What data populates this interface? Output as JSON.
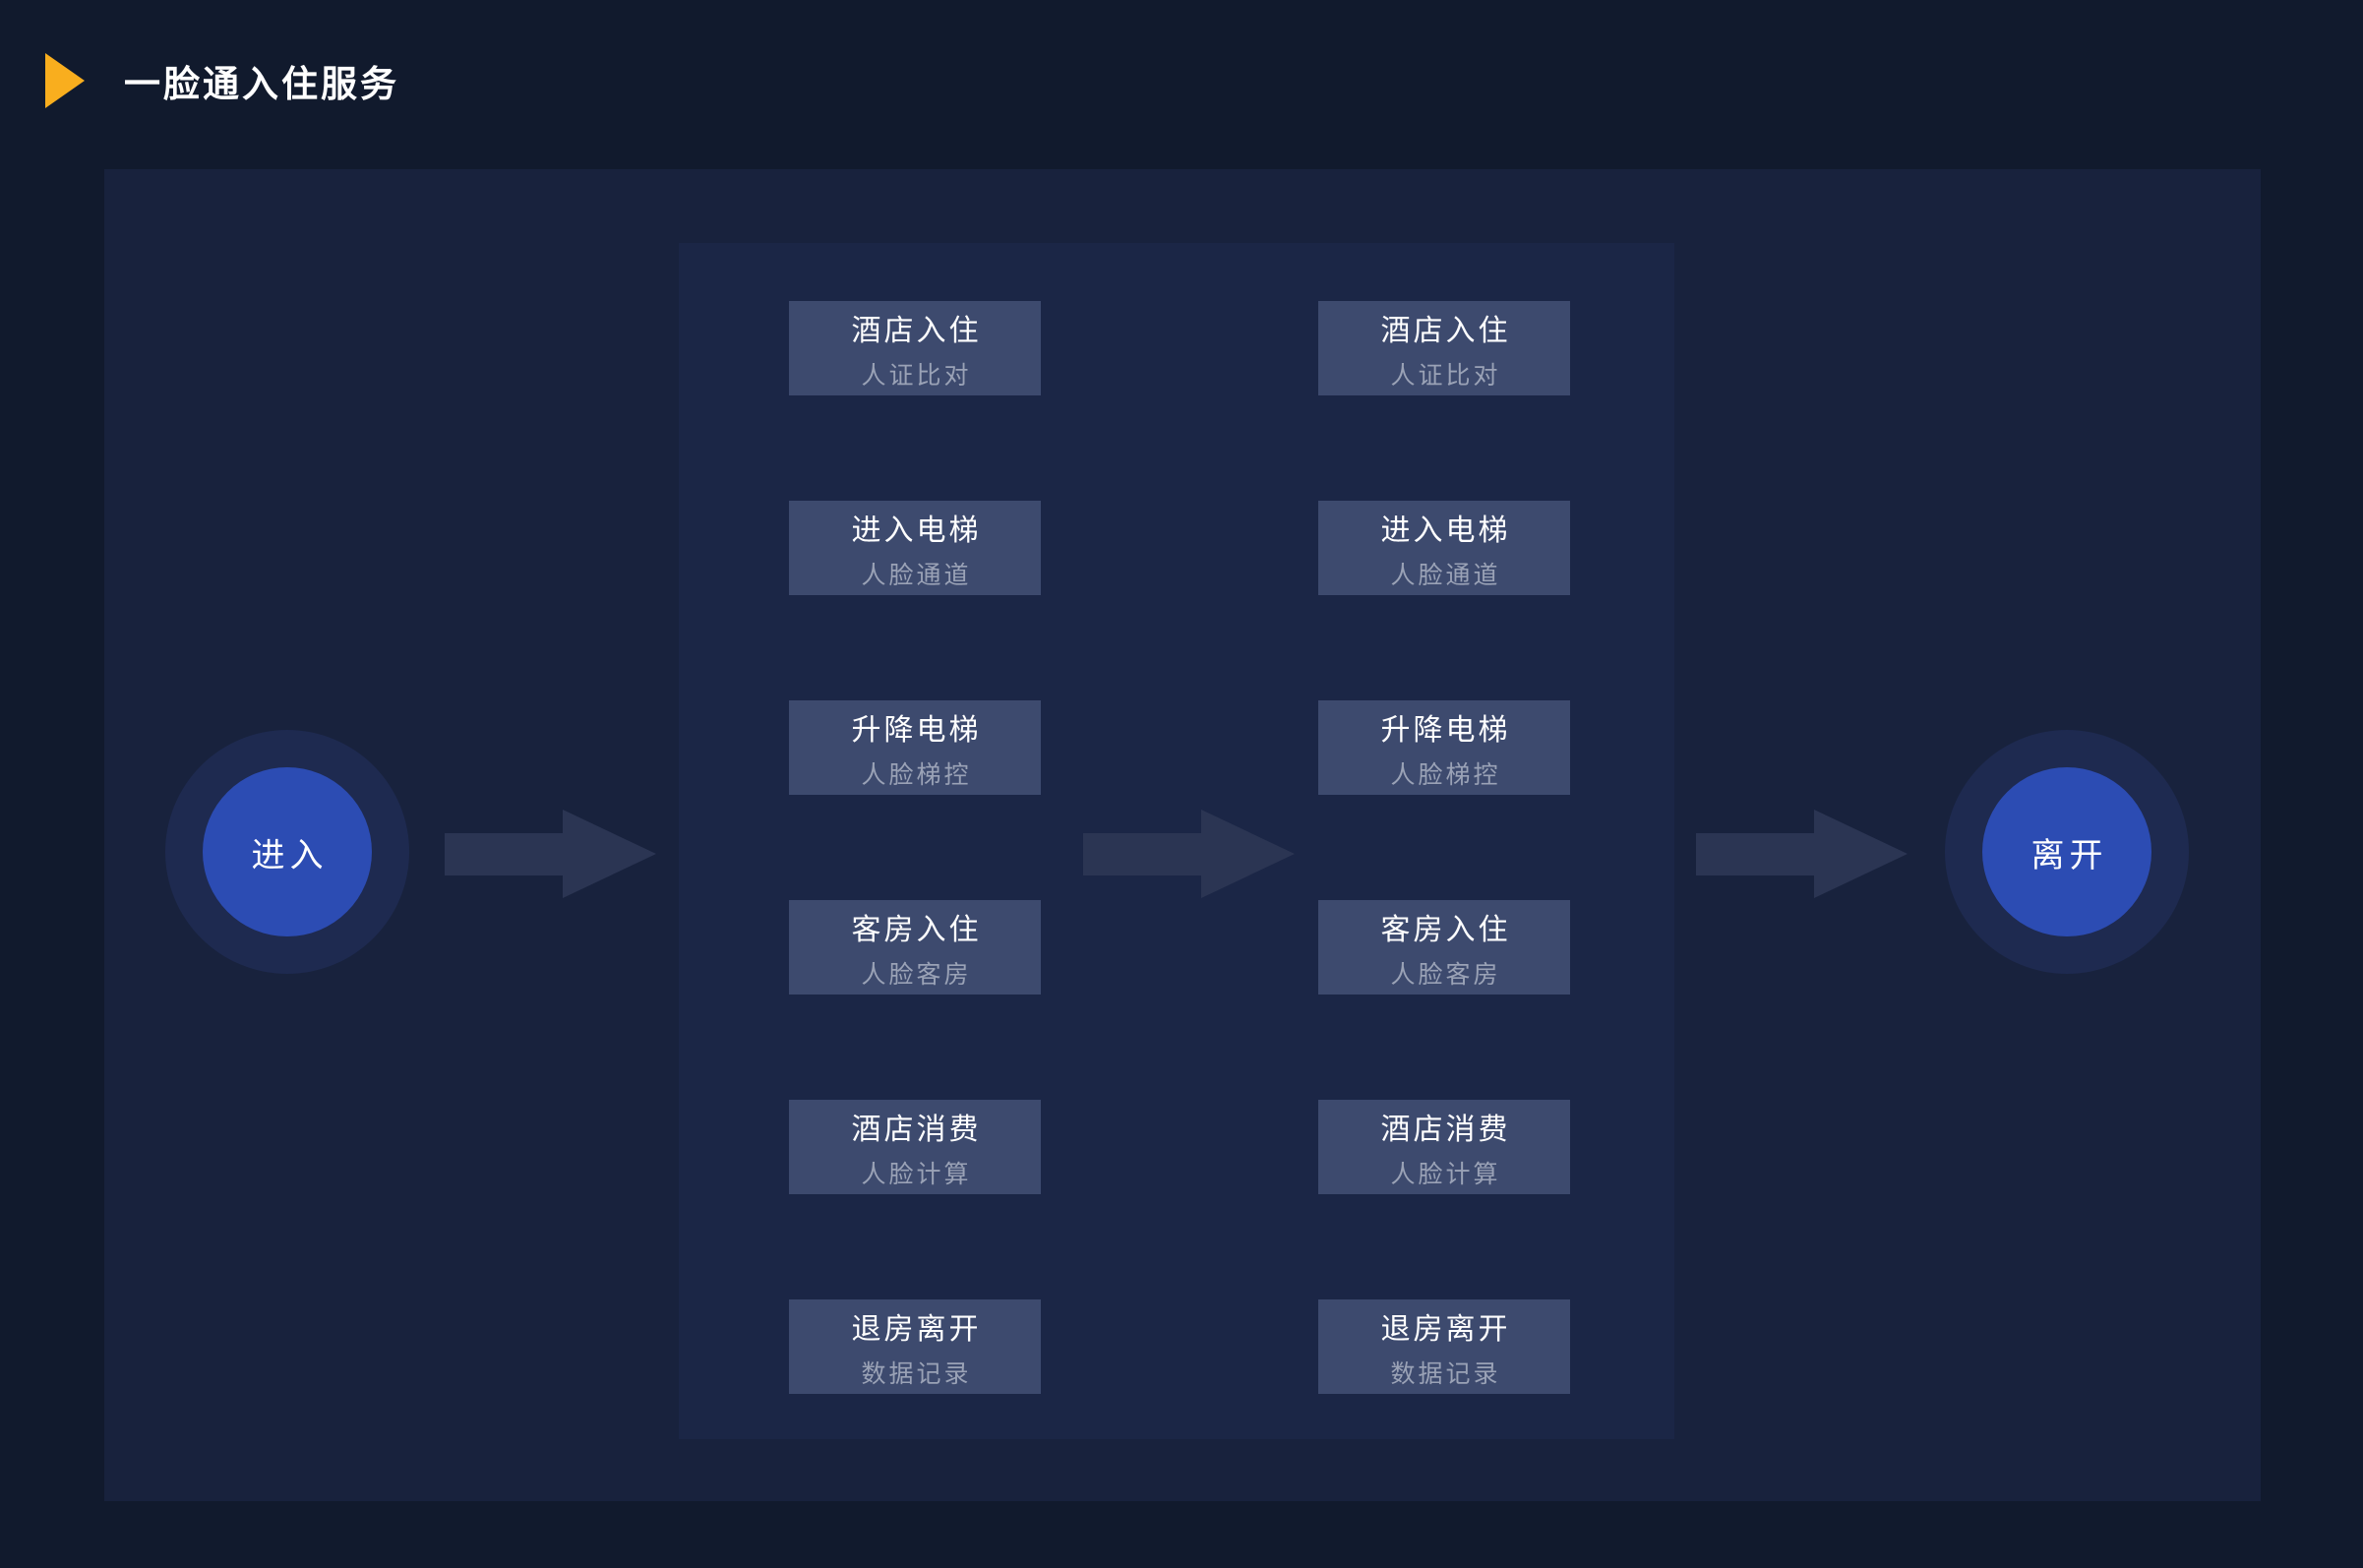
{
  "page": {
    "title": "一脸通入住服务"
  },
  "colors": {
    "page_bg": "#111a2d",
    "outer_panel_bg": "#18223d",
    "center_panel_bg": "#1b2646",
    "step_box_bg": "#3d4a6e",
    "arrow": "#2b3553",
    "circle_ring": "#1e2a50",
    "circle_fill": "#2c4cb3",
    "title_text": "#ffffff",
    "subtitle_text": "#9aa2b6",
    "accent_marker": "#f9ae1e"
  },
  "icons": {
    "header_marker": "play-triangle-icon",
    "flow_arrows": "arrow-right-icon"
  },
  "flow": {
    "start": {
      "label": "进入"
    },
    "end": {
      "label": "离开"
    },
    "columns": [
      {
        "boxes": [
          {
            "title": "酒店入住",
            "subtitle": "人证比对"
          },
          {
            "title": "进入电梯",
            "subtitle": "人脸通道"
          },
          {
            "title": "升降电梯",
            "subtitle": "人脸梯控"
          },
          {
            "title": "客房入住",
            "subtitle": "人脸客房"
          },
          {
            "title": "酒店消费",
            "subtitle": "人脸计算"
          },
          {
            "title": "退房离开",
            "subtitle": "数据记录"
          }
        ]
      },
      {
        "boxes": [
          {
            "title": "酒店入住",
            "subtitle": "人证比对"
          },
          {
            "title": "进入电梯",
            "subtitle": "人脸通道"
          },
          {
            "title": "升降电梯",
            "subtitle": "人脸梯控"
          },
          {
            "title": "客房入住",
            "subtitle": "人脸客房"
          },
          {
            "title": "酒店消费",
            "subtitle": "人脸计算"
          },
          {
            "title": "退房离开",
            "subtitle": "数据记录"
          }
        ]
      }
    ]
  }
}
